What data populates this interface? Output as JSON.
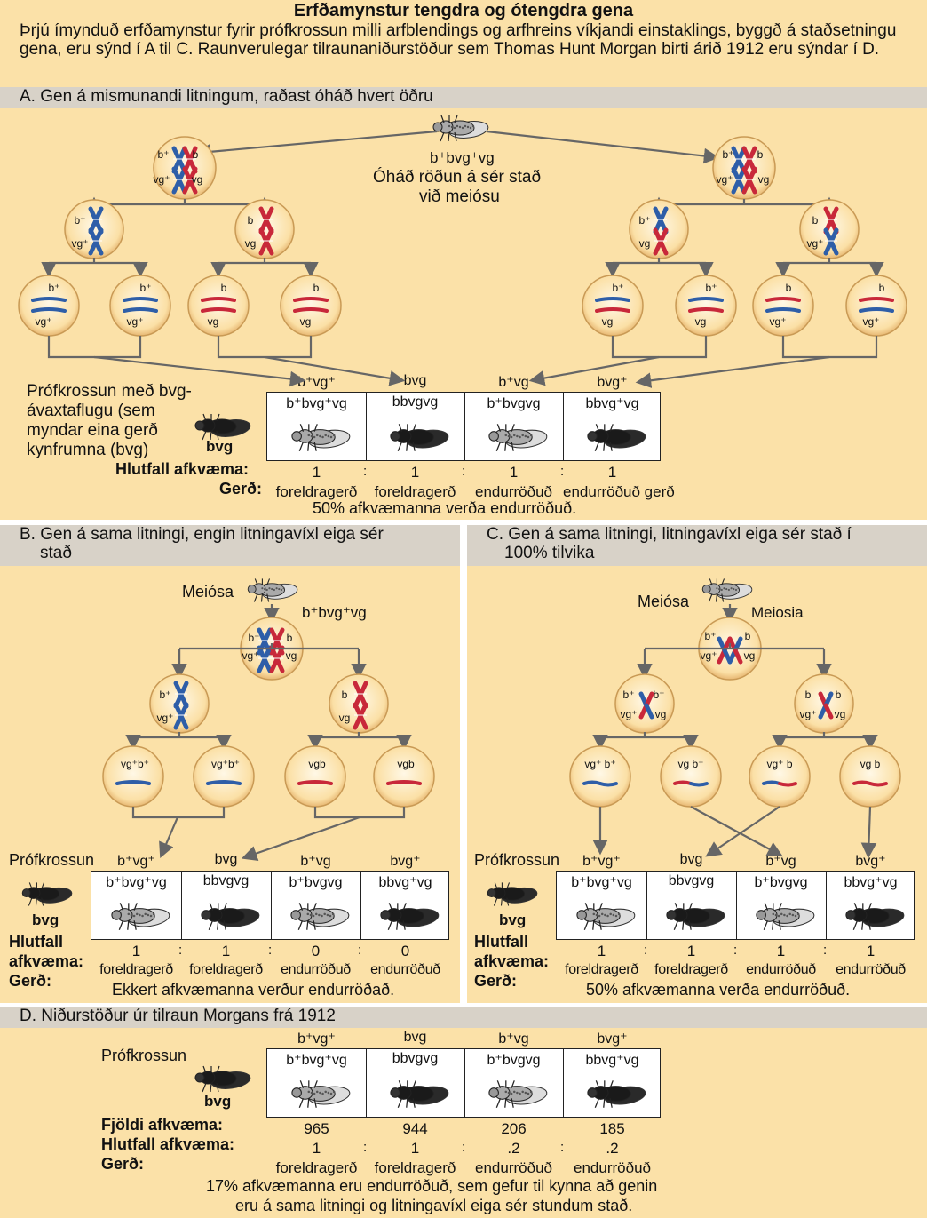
{
  "title": "Erfðamynstur tengdra og ótengdra gena",
  "intro": "Þrjú ímynduð erfðamynstur fyrir prófkrossun milli arfblendings og arfhreins víkjandi einstaklings, byggð á staðsetningu gena, eru sýnd í A til C. Raunverulegar tilraunaniðurstöður sem Thomas Hunt Morgan birti árið 1912 eru sýndar í D.",
  "panelA": {
    "header": "A. Gen á mismunandi litningum, raðast óháð hvert öðru",
    "parent": "b⁺bvg⁺vg",
    "note1": "Óháð röðun á sér stað",
    "note2": "við meiósu",
    "testcross1": "Prófkrossun með bvg-",
    "testcross2": "ávaxtaflugu (sem",
    "testcross3": "myndar eina gerð",
    "testcross4": "kynfrumna (bvg)",
    "fly_label": "bvg",
    "gametes": [
      "b⁺vg⁺",
      "bvg",
      "b⁺vg",
      "bvg⁺"
    ],
    "genotypes": [
      "b⁺bvg⁺vg",
      "bbvgvg",
      "b⁺bvgvg",
      "bbvg⁺vg"
    ],
    "ratio_label": "Hlutfall afkvæma:",
    "ratios": [
      "1",
      "1",
      "1",
      "1"
    ],
    "type_label": "Gerð:",
    "types": [
      "foreldragerð",
      "foreldragerð",
      "endurröðuð",
      "endurröðuð gerð"
    ],
    "summary": "50% afkvæmanna verða endurröðuð."
  },
  "panelB": {
    "header1": "B. Gen á sama litningi, engin litningavíxl eiga sér",
    "header2": "stað",
    "meiosis": "Meiósa",
    "parent": "b⁺bvg⁺vg",
    "testcross": "Prófkrossun",
    "fly_label": "bvg",
    "gametes": [
      "b⁺vg⁺",
      "bvg",
      "b⁺vg",
      "bvg⁺"
    ],
    "genotypes": [
      "b⁺bvg⁺vg",
      "bbvgvg",
      "b⁺bvgvg",
      "bbvg⁺vg"
    ],
    "ratio_label1": "Hlutfall",
    "ratio_label2": "afkvæma:",
    "ratios": [
      "1",
      "1",
      "0",
      "0"
    ],
    "type_label": "Gerð:",
    "types": [
      "foreldragerð",
      "foreldragerð",
      "endurröðuð",
      "endurröðuð"
    ],
    "summary": "Ekkert afkvæmanna verður endurröðað."
  },
  "panelC": {
    "header1": "C. Gen á sama litningi, litningavíxl eiga sér stað í",
    "header2": "100% tilvika",
    "meiosis": "Meiósa",
    "meiosis2": "Meiosia",
    "testcross": "Prófkrossun",
    "fly_label": "bvg",
    "gametes": [
      "b⁺vg⁺",
      "bvg",
      "b⁺vg",
      "bvg⁺"
    ],
    "genotypes": [
      "b⁺bvg⁺vg",
      "bbvgvg",
      "b⁺bvgvg",
      "bbvg⁺vg"
    ],
    "ratio_label1": "Hlutfall",
    "ratio_label2": "afkvæma:",
    "ratios": [
      "1",
      "1",
      "1",
      "1"
    ],
    "type_label": "Gerð:",
    "types": [
      "foreldragerð",
      "foreldragerð",
      "endurröðuð",
      "endurröðuð"
    ],
    "summary": "50% afkvæmanna verða endurröðuð."
  },
  "panelD": {
    "header": "D. Niðurstöður úr tilraun Morgans frá 1912",
    "testcross": "Prófkrossun",
    "fly_label": "bvg",
    "gametes": [
      "b⁺vg⁺",
      "bvg",
      "b⁺vg",
      "bvg⁺"
    ],
    "genotypes": [
      "b⁺bvg⁺vg",
      "bbvgvg",
      "b⁺bvgvg",
      "bbvg⁺vg"
    ],
    "count_label": "Fjöldi afkvæma:",
    "counts": [
      "965",
      "944",
      "206",
      "185"
    ],
    "ratio_label": "Hlutfall afkvæma:",
    "ratios": [
      "1",
      "1",
      ".2",
      ".2"
    ],
    "type_label": "Gerð:",
    "types": [
      "foreldragerð",
      "foreldragerð",
      "endurröðuð",
      "endurröðuð"
    ],
    "summary1": "17% afkvæmanna eru endurröðuð, sem gefur til kynna að genin",
    "summary2": "eru á sama litningi og litningavíxl eiga sér stundum stað."
  },
  "colors": {
    "background": "#fbe1a8",
    "header": "#d8d2c8",
    "blue": "#2e5ea8",
    "red": "#c8283a",
    "cell_fill": "#fde4ac"
  }
}
